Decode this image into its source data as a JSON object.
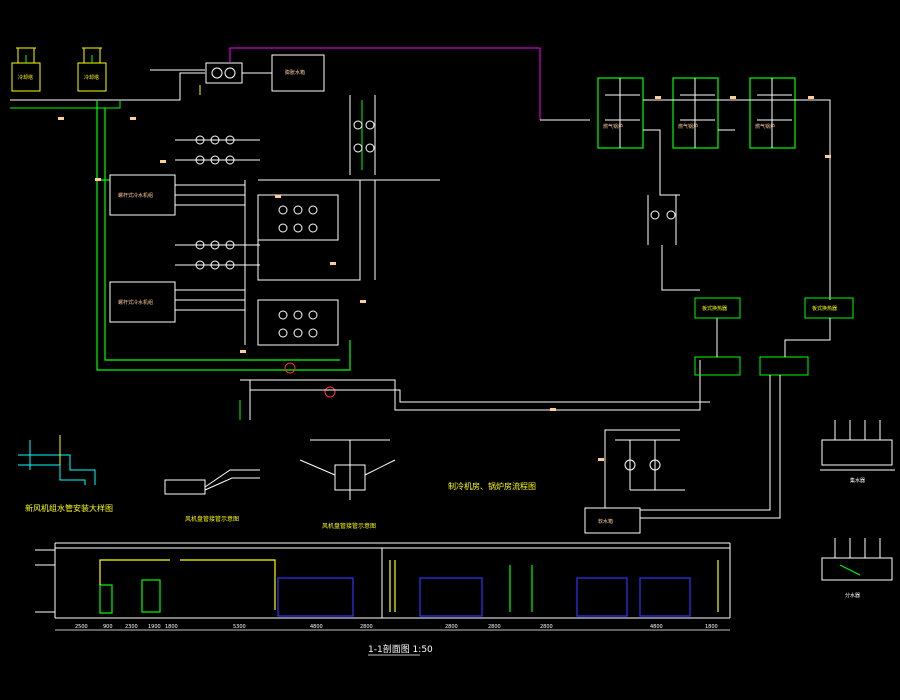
{
  "colors": {
    "background": "#000000",
    "pipe_white": "#ffffff",
    "pipe_green": "#00ff00",
    "pipe_magenta": "#ff00ff",
    "equipment_blue": "#3333ff",
    "annotation_yellow": "#ffff00",
    "annotation_cyan": "#00ffff",
    "tag_orange": "#ffcc99",
    "valve_red": "#ff3333"
  },
  "labels": {
    "section_title": "1-1剖面图 1:50",
    "fresh_air_detail_title": "新风机组水管安装大样图",
    "chiller_boiler_flow_title": "制冷机房、锅炉房流程图",
    "pump_detail_title_1": "风机盘管接管示意图",
    "pump_detail_title_2": "风机盘管接管示意图",
    "unit_box_1": "螺杆式冷水机组",
    "unit_box_2": "螺杆式冷水机组",
    "tank_box": "软水箱",
    "boiler_1": "燃气锅炉",
    "boiler_2": "燃气锅炉",
    "boiler_3": "燃气锅炉",
    "exchanger_1": "板式换热器",
    "exchanger_2": "板式换热器",
    "distributor": "分水器",
    "collector": "集水器",
    "cooling_tower_1": "冷却塔",
    "cooling_tower_2": "冷却塔",
    "water_tank": "膨胀水箱",
    "right_detail_1": "集水器",
    "right_detail_2": "分水器"
  },
  "dimensions": [
    "2500",
    "900",
    "2300",
    "1900",
    "1800",
    "5300",
    "4800",
    "2800",
    "2800",
    "2800",
    "2800",
    "4800",
    "1800"
  ]
}
